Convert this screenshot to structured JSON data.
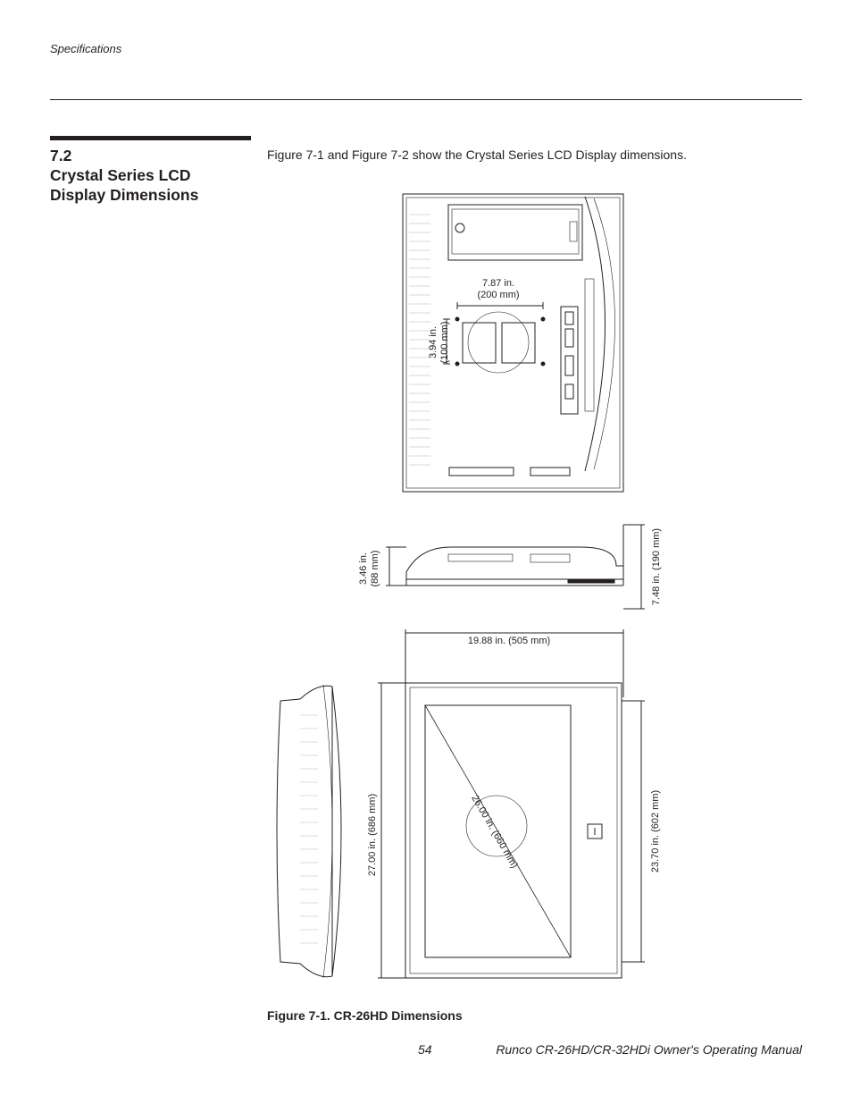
{
  "header": {
    "section_label": "Specifications"
  },
  "section": {
    "number": "7.2",
    "title_line1": "Crystal Series LCD",
    "title_line2": "Display Dimensions"
  },
  "intro": "Figure 7-1 and Figure 7-2 show the Crystal Series LCD Display dimensions.",
  "figure": {
    "caption": "Figure 7-1. CR-26HD Dimensions",
    "labels": {
      "vesa_width": "7.87 in.",
      "vesa_width_mm": "(200 mm)",
      "vesa_height": "3.94 in.",
      "vesa_height_mm": "(100 mm)",
      "depth_min": "3.46 in.",
      "depth_min_mm": "(88 mm)",
      "depth_max": "7.48 in. (190 mm)",
      "width": "19.88 in. (505 mm)",
      "height": "27.00 in. (686 mm)",
      "screen_height": "23.70 in. (602 mm)",
      "diagonal": "26.00 in. (660 mm)"
    }
  },
  "footer": {
    "page_number": "54",
    "manual_title": "Runco CR-26HD/CR-32HDi Owner's Operating Manual"
  }
}
